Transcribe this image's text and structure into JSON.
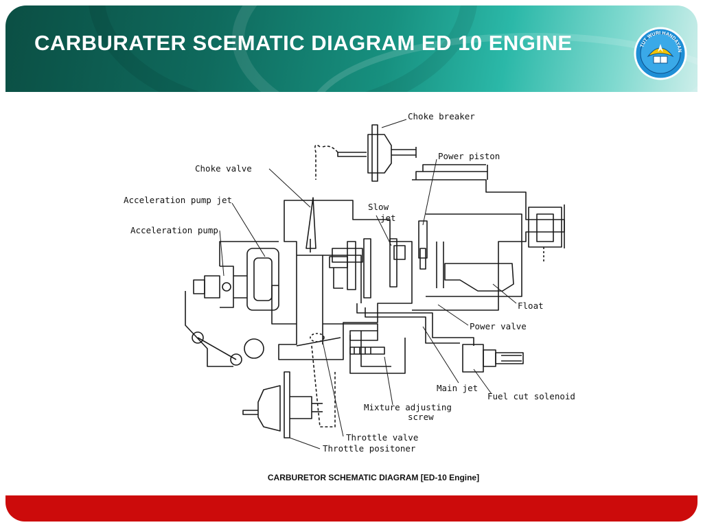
{
  "slide": {
    "title": "CARBURATER SCEMATIC DIAGRAM ED 10 ENGINE",
    "caption": "CARBURETOR SCHEMATIC DIAGRAM [ED-10 Engine]"
  },
  "logo": {
    "icon": "tut-wuri-handayani-emblem-icon",
    "text": "TUT WURI HANDAYANI"
  },
  "diagram": {
    "labels": {
      "choke_breaker": "Choke breaker",
      "power_piston": "Power piston",
      "choke_valve": "Choke valve",
      "acceleration_pump_jet": "Acceleration pump jet",
      "slow_jet_1": "Slow",
      "slow_jet_2": "jet",
      "acceleration_pump": "Acceleration pump",
      "float": "Float",
      "power_valve": "Power valve",
      "main_jet": "Main jet",
      "fuel_cut_solenoid": "Fuel cut solenoid",
      "mixture_adjusting_screw_1": "Mixture adjusting",
      "mixture_adjusting_screw_2": "screw",
      "throttle_valve": "Throttle valve",
      "throttle_positioner": "Throttle positoner"
    }
  },
  "colors": {
    "header_dark": "#0b4f44",
    "header_light": "#7fd9cf",
    "footer_red": "#cc0b0b",
    "logo_blue": "#1f8fd6"
  }
}
